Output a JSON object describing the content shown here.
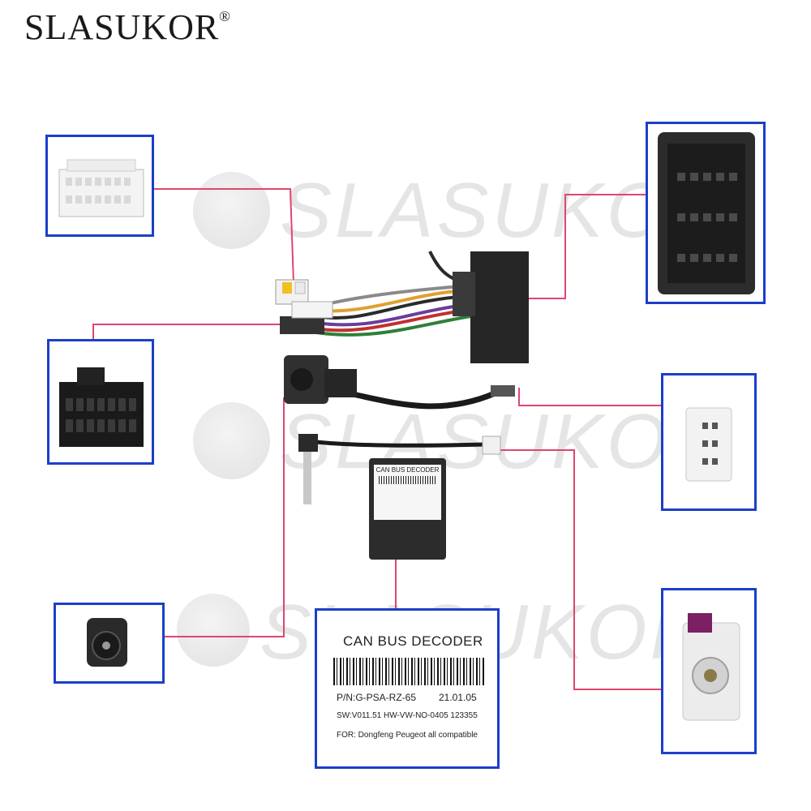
{
  "brand": {
    "name": "SLASUKOR",
    "registered": "®"
  },
  "watermark": {
    "text": "SLASUKOR"
  },
  "decoder": {
    "title": "CAN BUS DECODER",
    "pn": "P/N:G-PSA-RZ-65",
    "date": "21.01.05",
    "sw": "SW:V011.51 HW-VW-NO-0405 123355",
    "compat": "FOR: Dongfeng Peugeot all compatible"
  },
  "colors": {
    "frame": "#1c3fc8",
    "line": "#e0466f"
  }
}
